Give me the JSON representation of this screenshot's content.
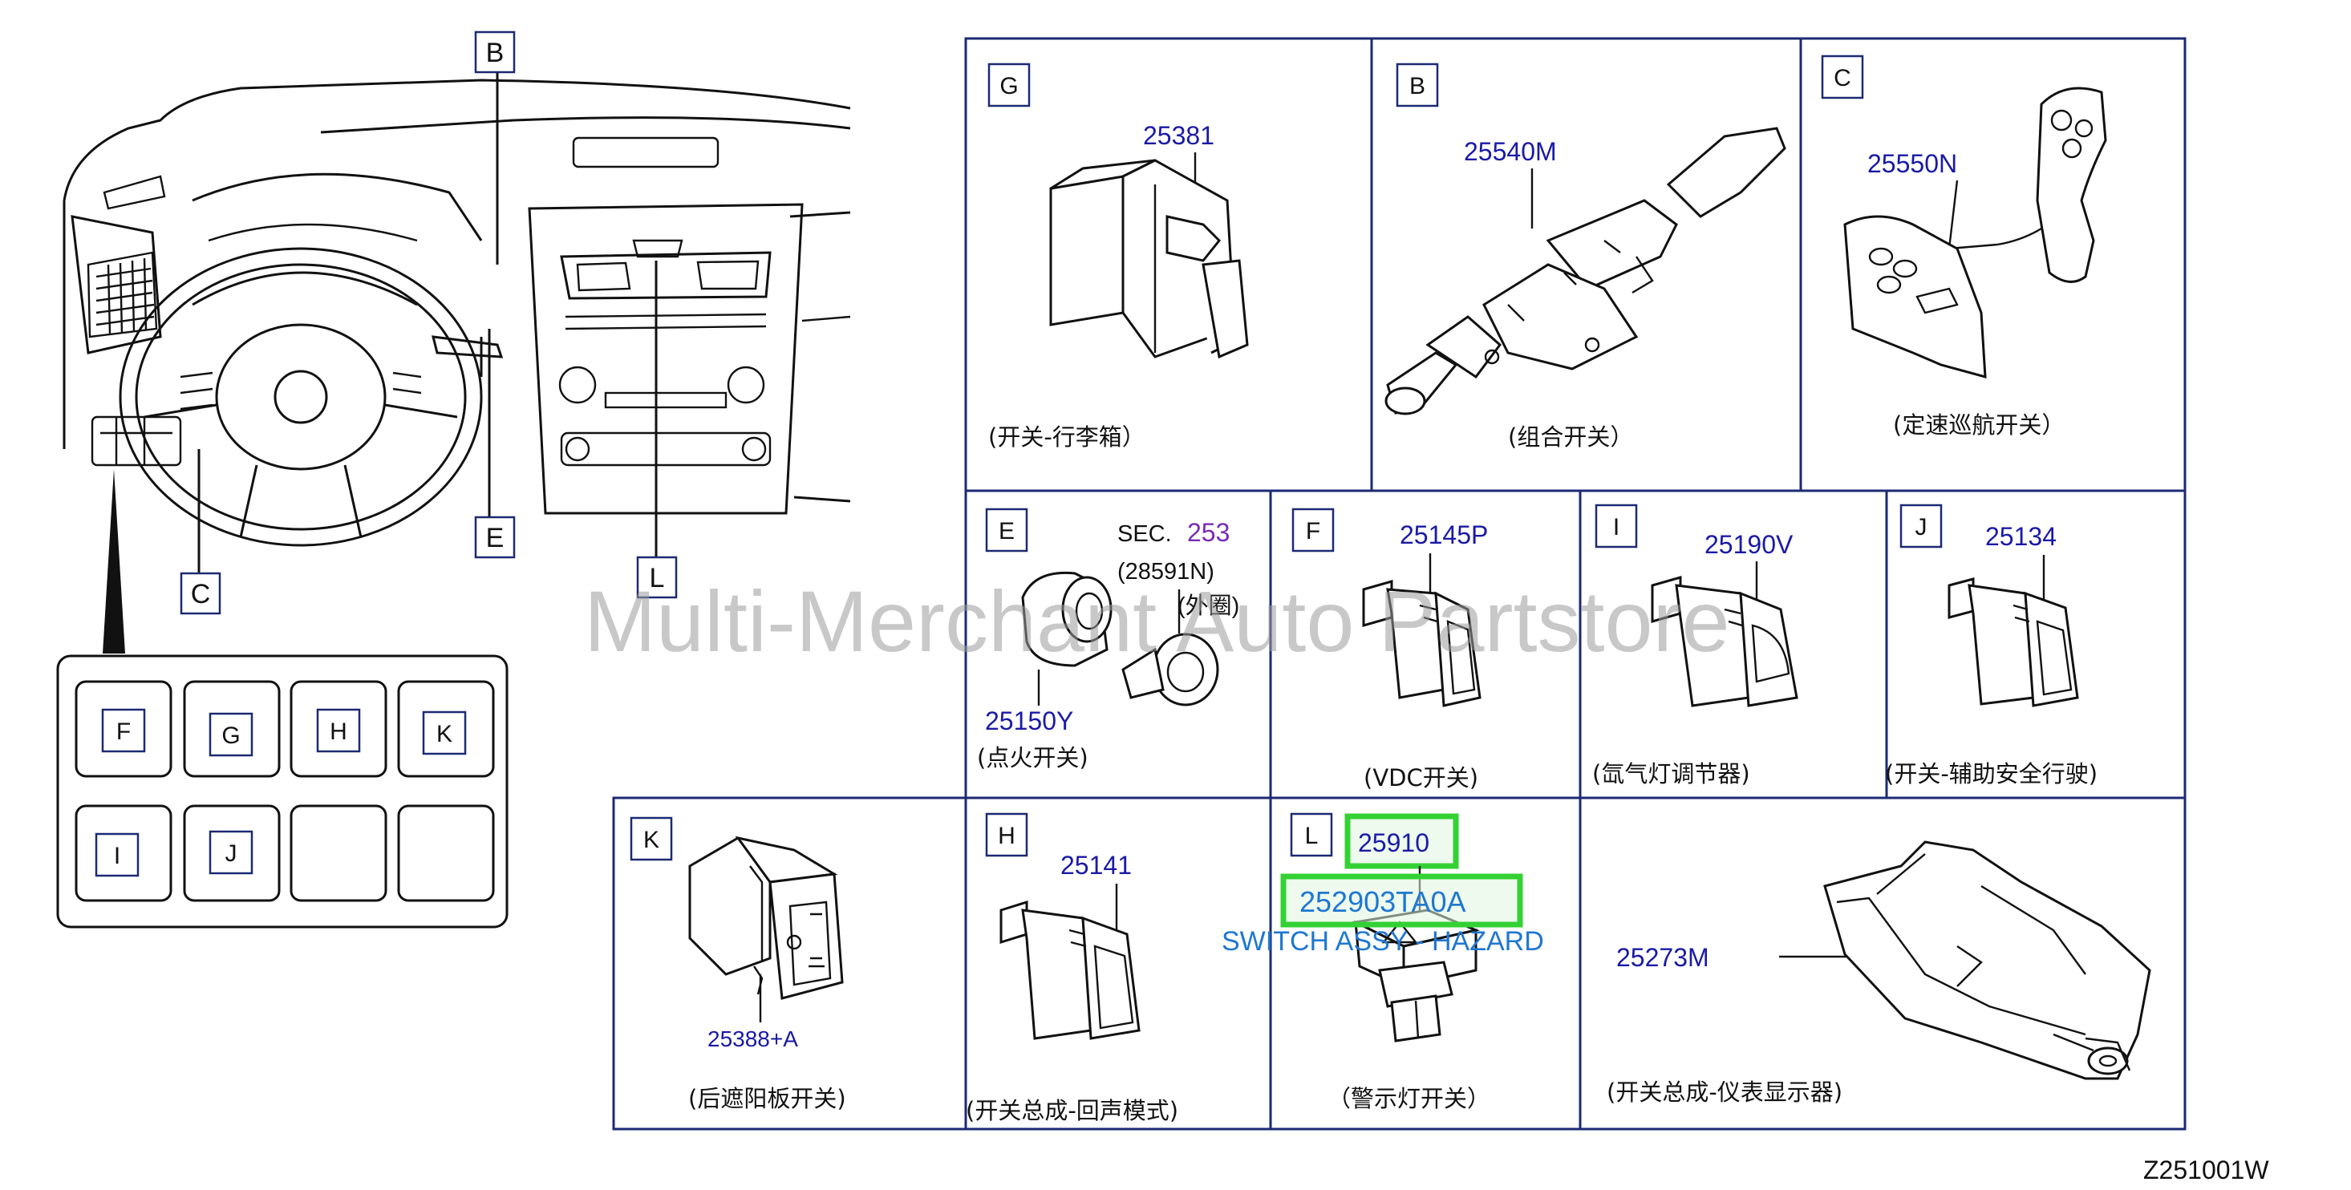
{
  "watermark": "Multi-Merchant Auto Partstore",
  "diagram_code": "Z251001W",
  "callouts": [
    "B",
    "E",
    "C",
    "L"
  ],
  "switch_grid": [
    "F",
    "G",
    "H",
    "K",
    "I",
    "J"
  ],
  "panels": {
    "G": {
      "letter": "G",
      "part": "25381",
      "caption": "(开关-行李箱）"
    },
    "B": {
      "letter": "B",
      "part": "25540M",
      "caption": "(组合开关）"
    },
    "C": {
      "letter": "C",
      "part": "25550N",
      "caption": "(定速巡航开关）"
    },
    "E": {
      "letter": "E",
      "sec_label": "SEC.",
      "sec_num": "253",
      "ref": "(28591N)",
      "ring": "(外圈)",
      "part": "25150Y",
      "caption": "(点火开关)"
    },
    "F": {
      "letter": "F",
      "part": "25145P",
      "caption": "(VDC开关)"
    },
    "I": {
      "letter": "I",
      "part": "25190V",
      "caption": "(氙气灯调节器)"
    },
    "J": {
      "letter": "J",
      "part": "25134",
      "caption": "(开关-辅助安全行驶)"
    },
    "K": {
      "letter": "K",
      "part": "25388+A",
      "caption": "(后遮阳板开关)"
    },
    "H": {
      "letter": "H",
      "part": "25141",
      "caption": "(开关总成-回声模式)"
    },
    "L": {
      "letter": "L",
      "part": "25910",
      "highlight_part": "252903TA0A",
      "highlight_desc": "SWITCH ASSY - HAZARD",
      "caption": "（警示灯开关）"
    },
    "M": {
      "part": "25273M",
      "caption": "(开关总成-仪表显示器)"
    }
  }
}
